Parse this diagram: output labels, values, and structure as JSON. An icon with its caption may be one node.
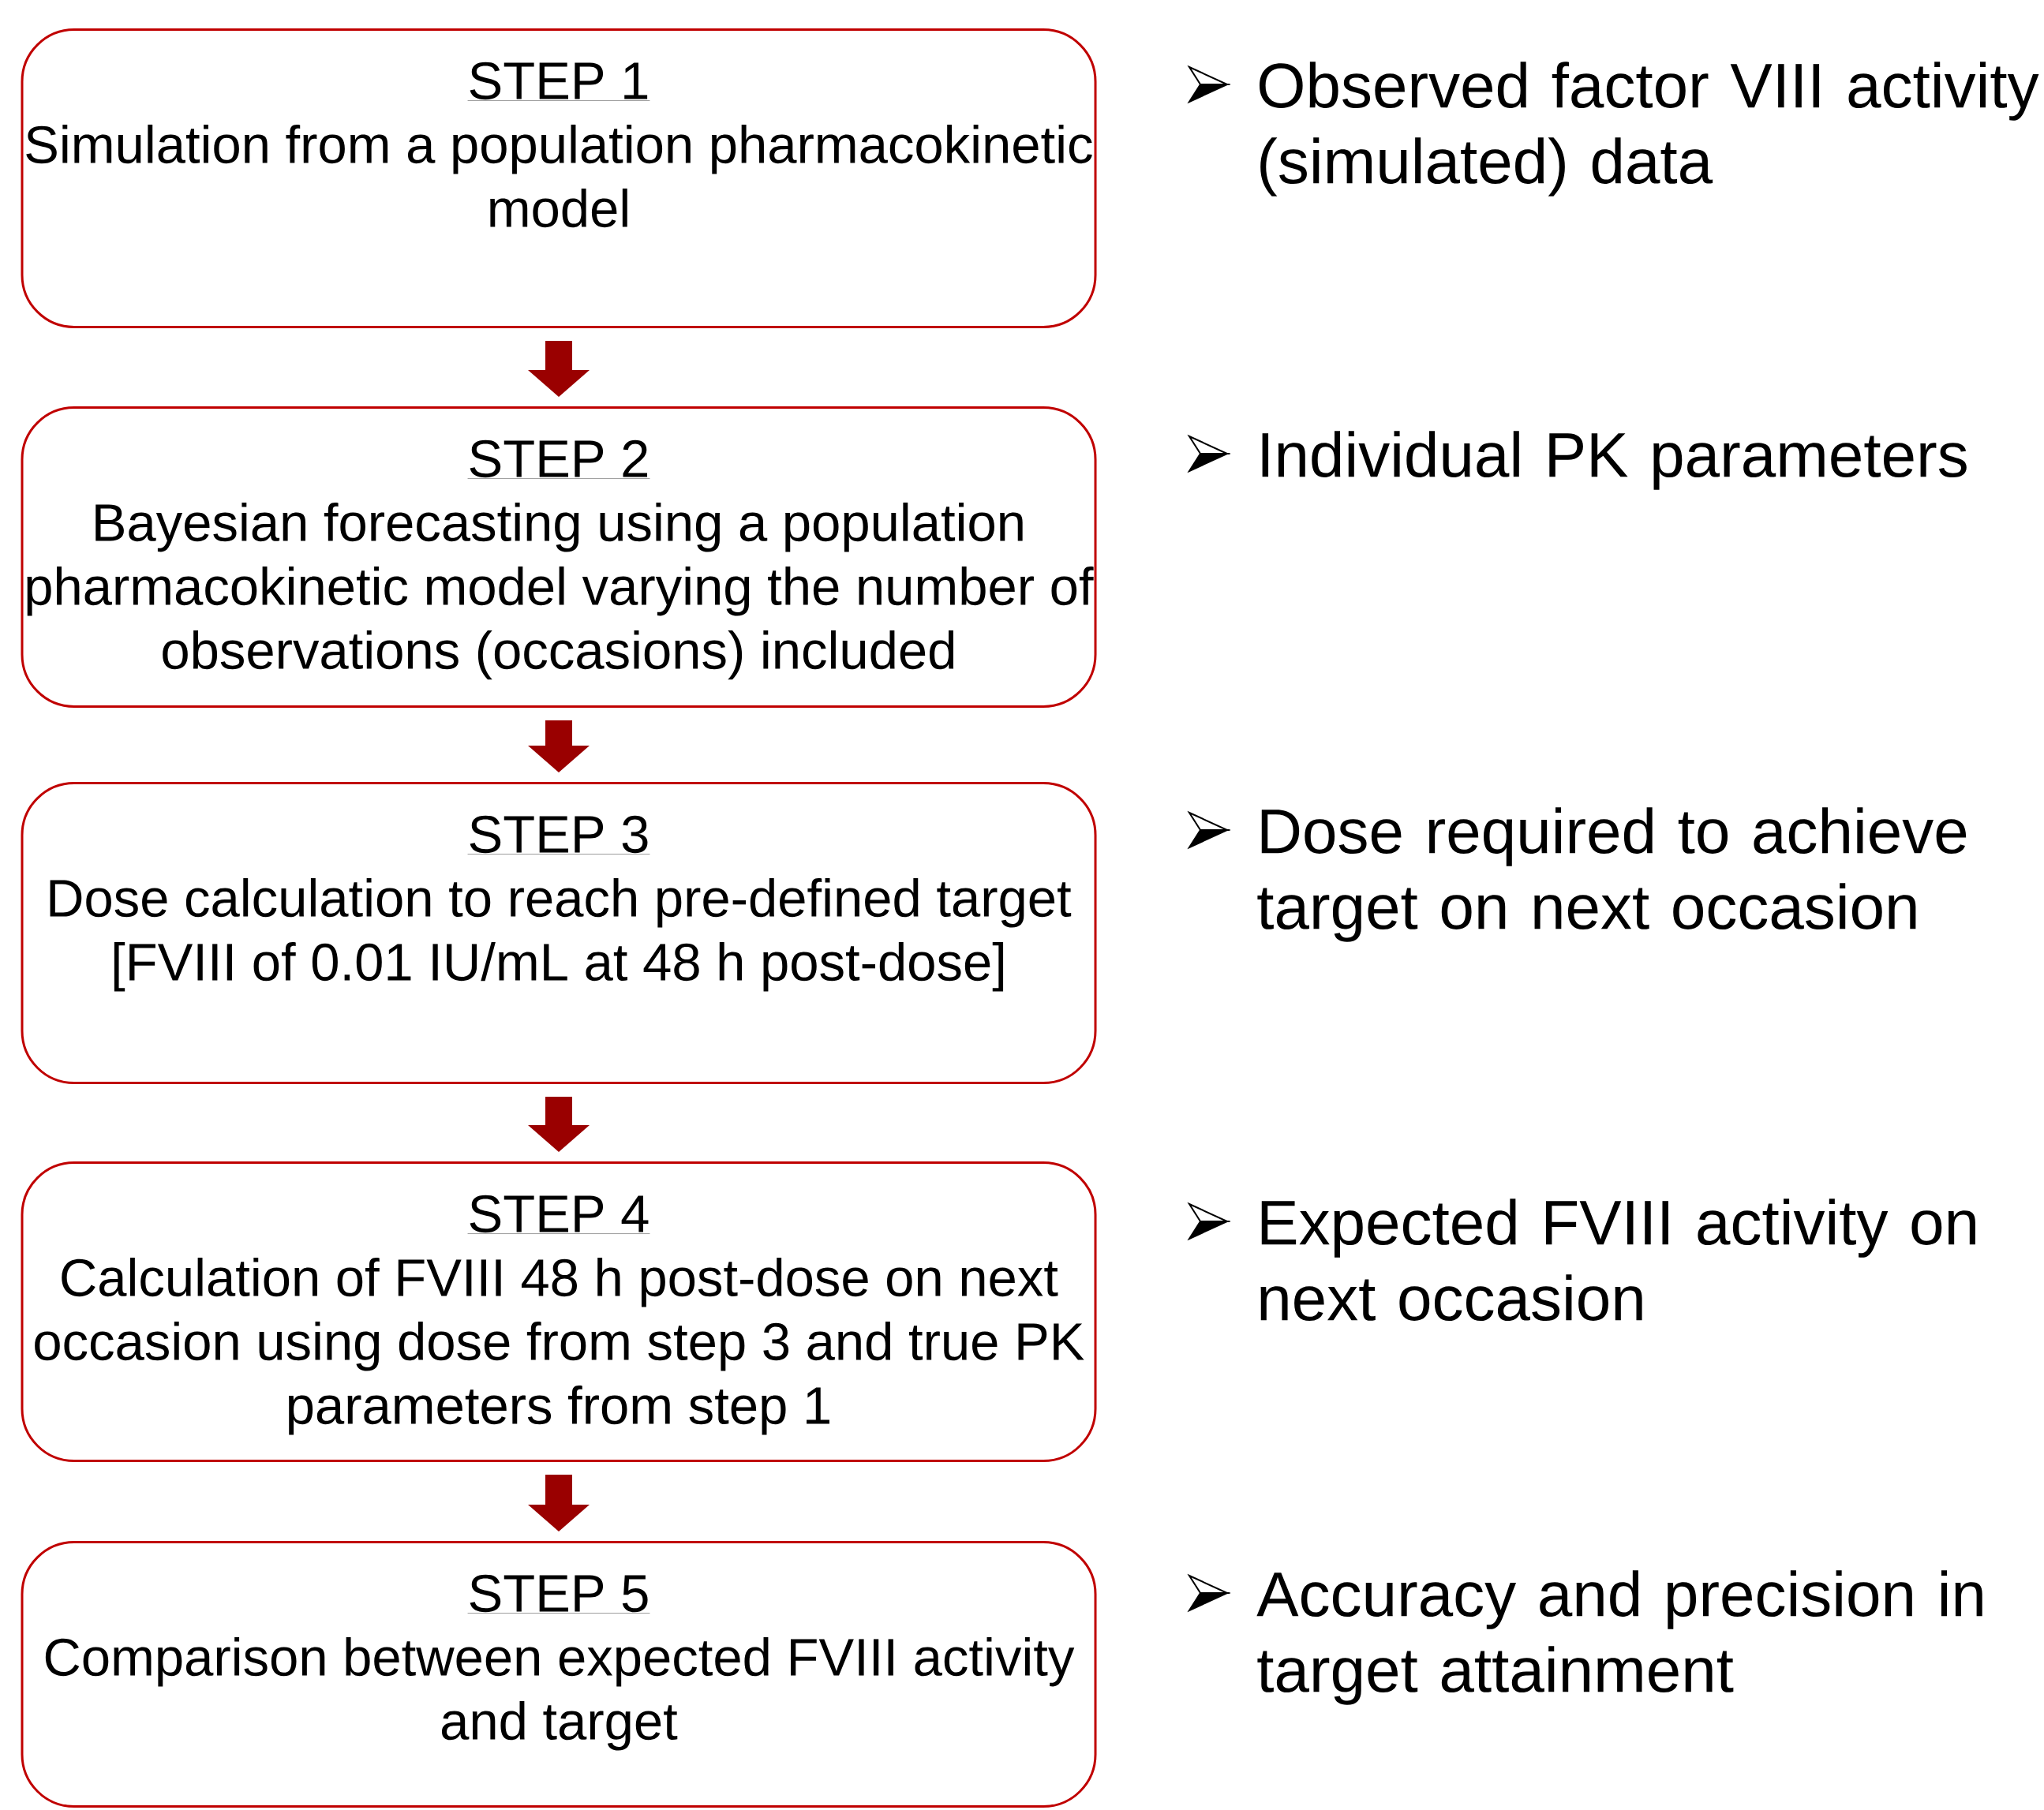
{
  "diagram": {
    "nodes": [
      {
        "text": [
          "STEP 1",
          "Simulation from a population pharmacokinetic model"
        ]
      },
      {
        "text": [
          "STEP 2",
          "Bayesian forecasting using a population pharmacokinetic model varying the number of observations (occasions) included"
        ]
      },
      {
        "text": [
          "STEP 3",
          "Dose calculation to reach pre-defined target [FVIII of 0.01 IU/mL at 48 h post-dose]"
        ]
      },
      {
        "text": [
          "STEP 4",
          "Calculation of FVIII 48 h post-dose on next occasion using dose from step 3 and true PK parameters from step 1"
        ]
      },
      {
        "text": [
          "STEP 5",
          "Comparison between expected FVIII activity and target"
        ]
      }
    ],
    "edges": [
      {
        "from": 0,
        "to": 1,
        "arrow": "to"
      },
      {
        "from": 1,
        "to": 2,
        "arrow": "to"
      },
      {
        "from": 2,
        "to": 3,
        "arrow": "to"
      },
      {
        "from": 3,
        "to": 4,
        "arrow": "to"
      }
    ],
    "labels": [
      "Observed factor VIII activity (simulated) data",
      "Individual PK parameters",
      "Dose required to achieve target on next occasion",
      "Expected FVIII activity on next occasion",
      "Accuracy and precision in target attainment"
    ]
  }
}
